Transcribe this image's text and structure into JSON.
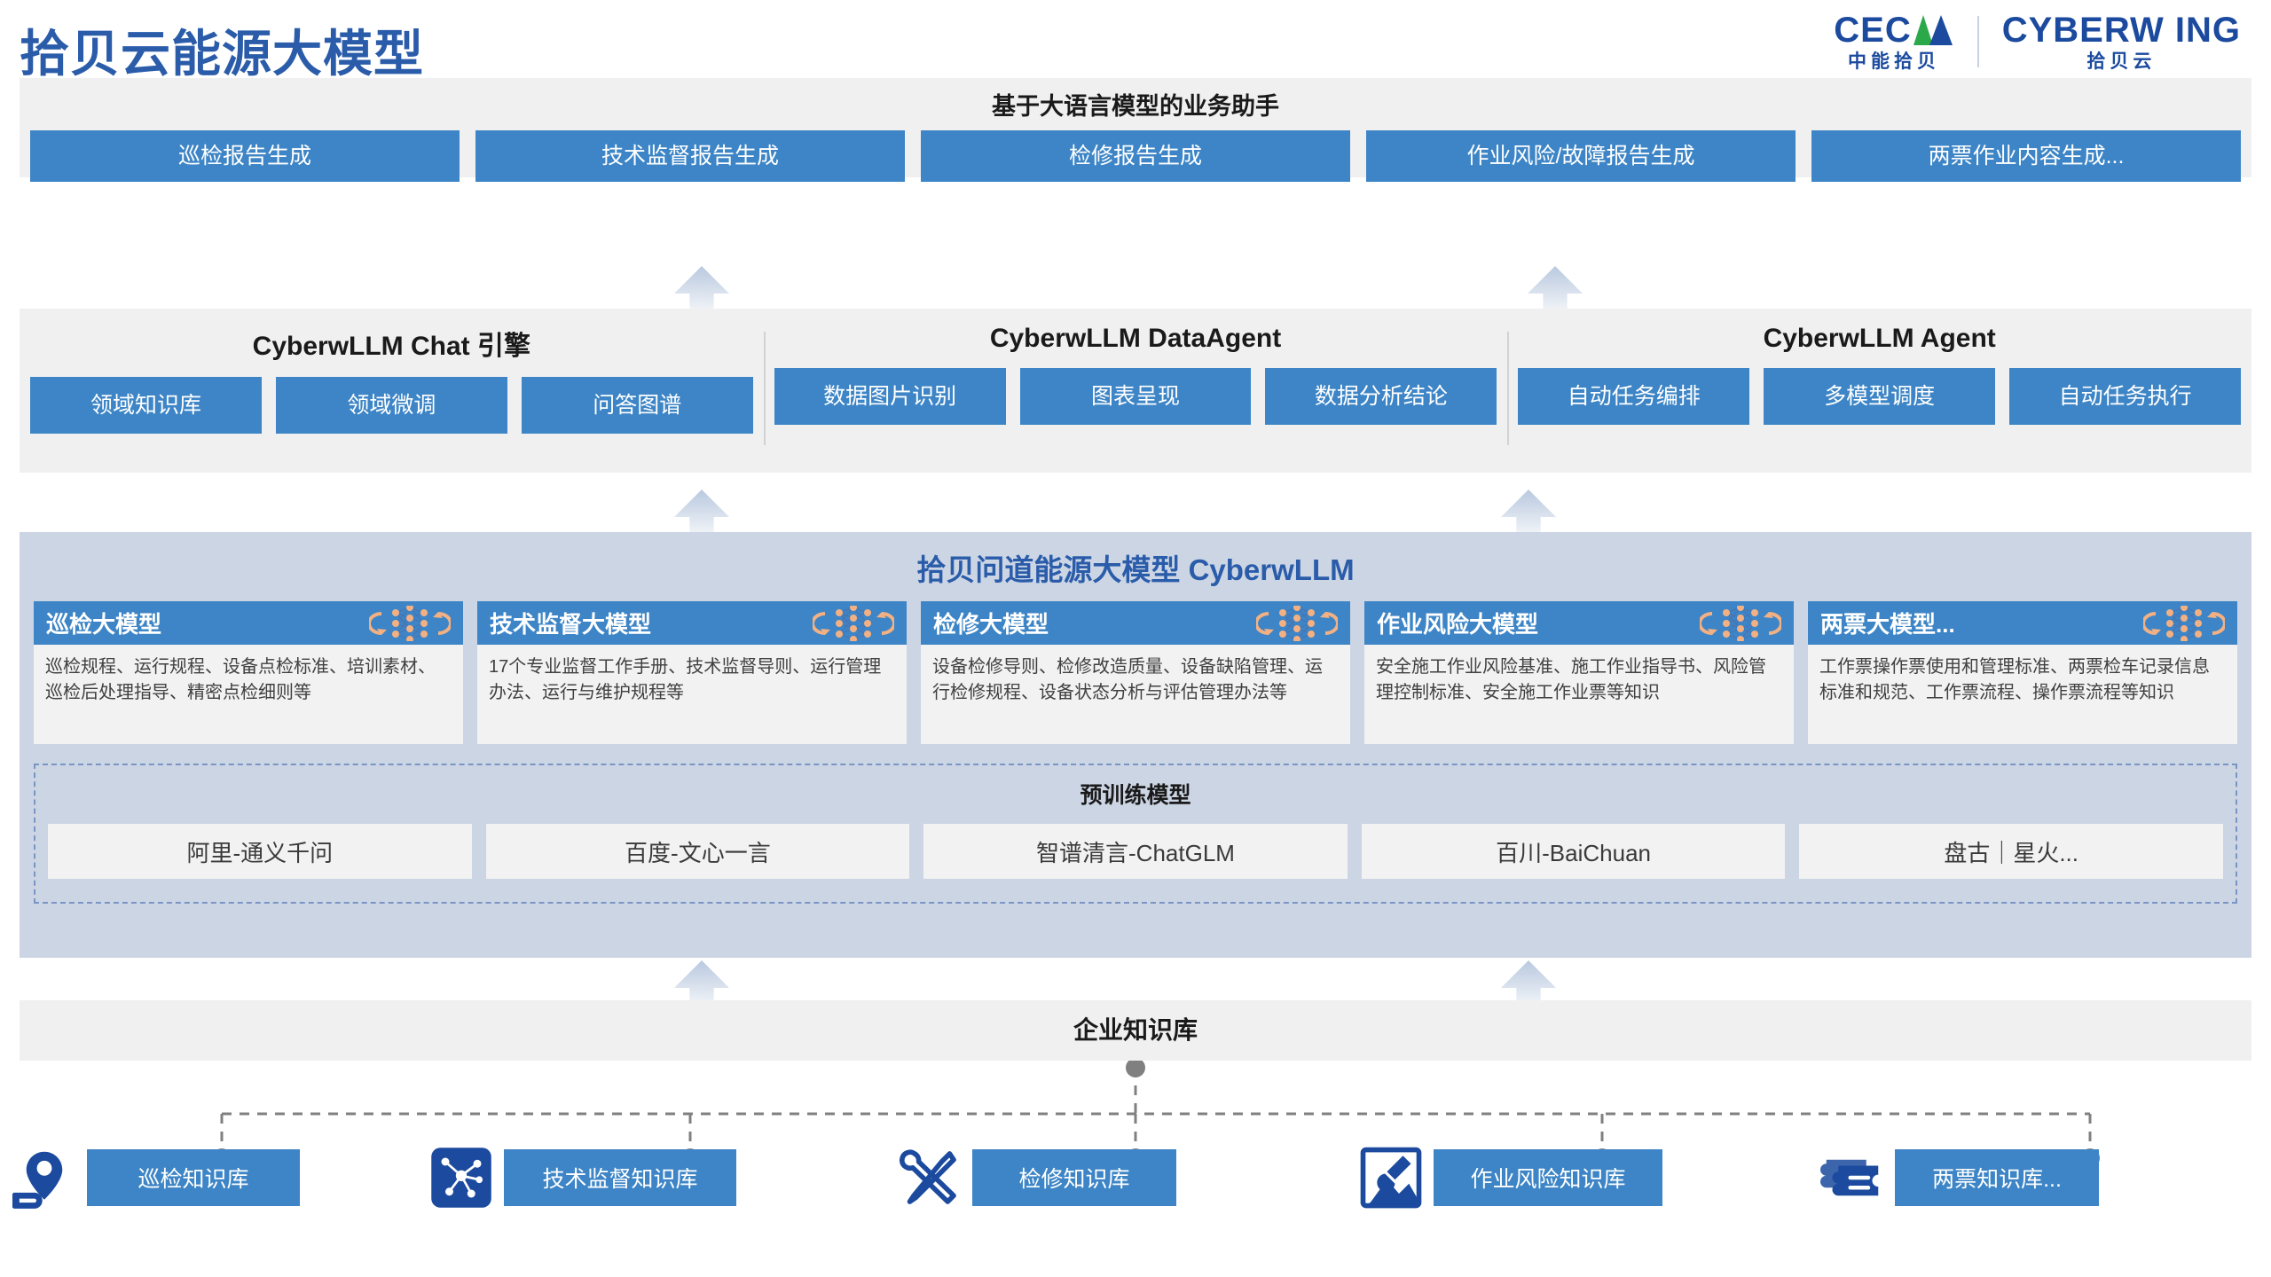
{
  "header": {
    "title": "拾贝云能源大模型",
    "title_color": "#2a5caa",
    "logos": [
      {
        "main": "CEC",
        "sub": "中能拾贝",
        "icon": "cecw-wing-logo"
      },
      {
        "main": "CYBERW ING",
        "sub": "拾贝云",
        "icon": "cyberwing-logo"
      }
    ]
  },
  "assistants": {
    "title": "基于大语言模型的业务助手",
    "items": [
      {
        "label": "巡检报告生成"
      },
      {
        "label": "技术监督报告生成"
      },
      {
        "label": "检修报告生成"
      },
      {
        "label": "作业风险/故障报告生成"
      },
      {
        "label": "两票作业内容生成..."
      }
    ]
  },
  "engines": [
    {
      "name": "CyberwLLM Chat 引擎",
      "chips": [
        {
          "label": "领域知识库"
        },
        {
          "label": "领域微调"
        },
        {
          "label": "问答图谱"
        }
      ]
    },
    {
      "name": "CyberwLLM DataAgent",
      "chips": [
        {
          "label": "数据图片识别"
        },
        {
          "label": "图表呈现"
        },
        {
          "label": "数据分析结论"
        }
      ]
    },
    {
      "name": "CyberwLLM Agent",
      "chips": [
        {
          "label": "自动任务编排"
        },
        {
          "label": "多模型调度"
        },
        {
          "label": "自动任务执行"
        }
      ]
    }
  ],
  "core": {
    "title": "拾贝问道能源大模型 CyberwLLM",
    "title_color": "#2a5caa",
    "background": "#ccd5e4",
    "models": [
      {
        "name": "巡检大模型",
        "icon": "neural-network-icon",
        "desc": "巡检规程、运行规程、设备点检标准、培训素材、巡检后处理指导、精密点检细则等"
      },
      {
        "name": "技术监督大模型",
        "icon": "neural-network-icon",
        "desc": "17个专业监督工作手册、技术监督导则、运行管理办法、运行与维护规程等"
      },
      {
        "name": "检修大模型",
        "icon": "neural-network-icon",
        "desc": "设备检修导则、检修改造质量、设备缺陷管理、运行检修规程、设备状态分析与评估管理办法等"
      },
      {
        "name": "作业风险大模型",
        "icon": "neural-network-icon",
        "desc": "安全施工作业风险基准、施工作业指导书、风险管理控制标准、安全施工作业票等知识"
      },
      {
        "name": "两票大模型...",
        "icon": "neural-network-icon",
        "desc": "工作票操作票使用和管理标准、两票检车记录信息标准和规范、工作票流程、操作票流程等知识"
      }
    ],
    "pretrain": {
      "title": "预训练模型",
      "items": [
        {
          "label": "阿里-通义千问"
        },
        {
          "label": "百度-文心一言"
        },
        {
          "label": "智谱清言-ChatGLM"
        },
        {
          "label": "百川-BaiChuan"
        },
        {
          "label": "盘古｜星火..."
        }
      ]
    }
  },
  "enterprise_kb": {
    "title": "企业知识库"
  },
  "knowledge_bases": [
    {
      "label": "巡检知识库",
      "icon": "location-pin-icon"
    },
    {
      "label": "技术监督知识库",
      "icon": "network-nodes-icon"
    },
    {
      "label": "检修知识库",
      "icon": "wrench-screwdriver-icon"
    },
    {
      "label": "作业风险知识库",
      "icon": "shovel-icon"
    },
    {
      "label": "两票知识库...",
      "icon": "ticket-stack-icon"
    }
  ],
  "colors": {
    "brand_blue": "#2a5caa",
    "chip_blue": "#3d85c6",
    "band_gray": "#f0f0f0",
    "core_bg": "#ccd5e4",
    "icon_navy": "#1b4a9e",
    "accent_orange": "#f3b183",
    "connector_gray": "#808080"
  }
}
